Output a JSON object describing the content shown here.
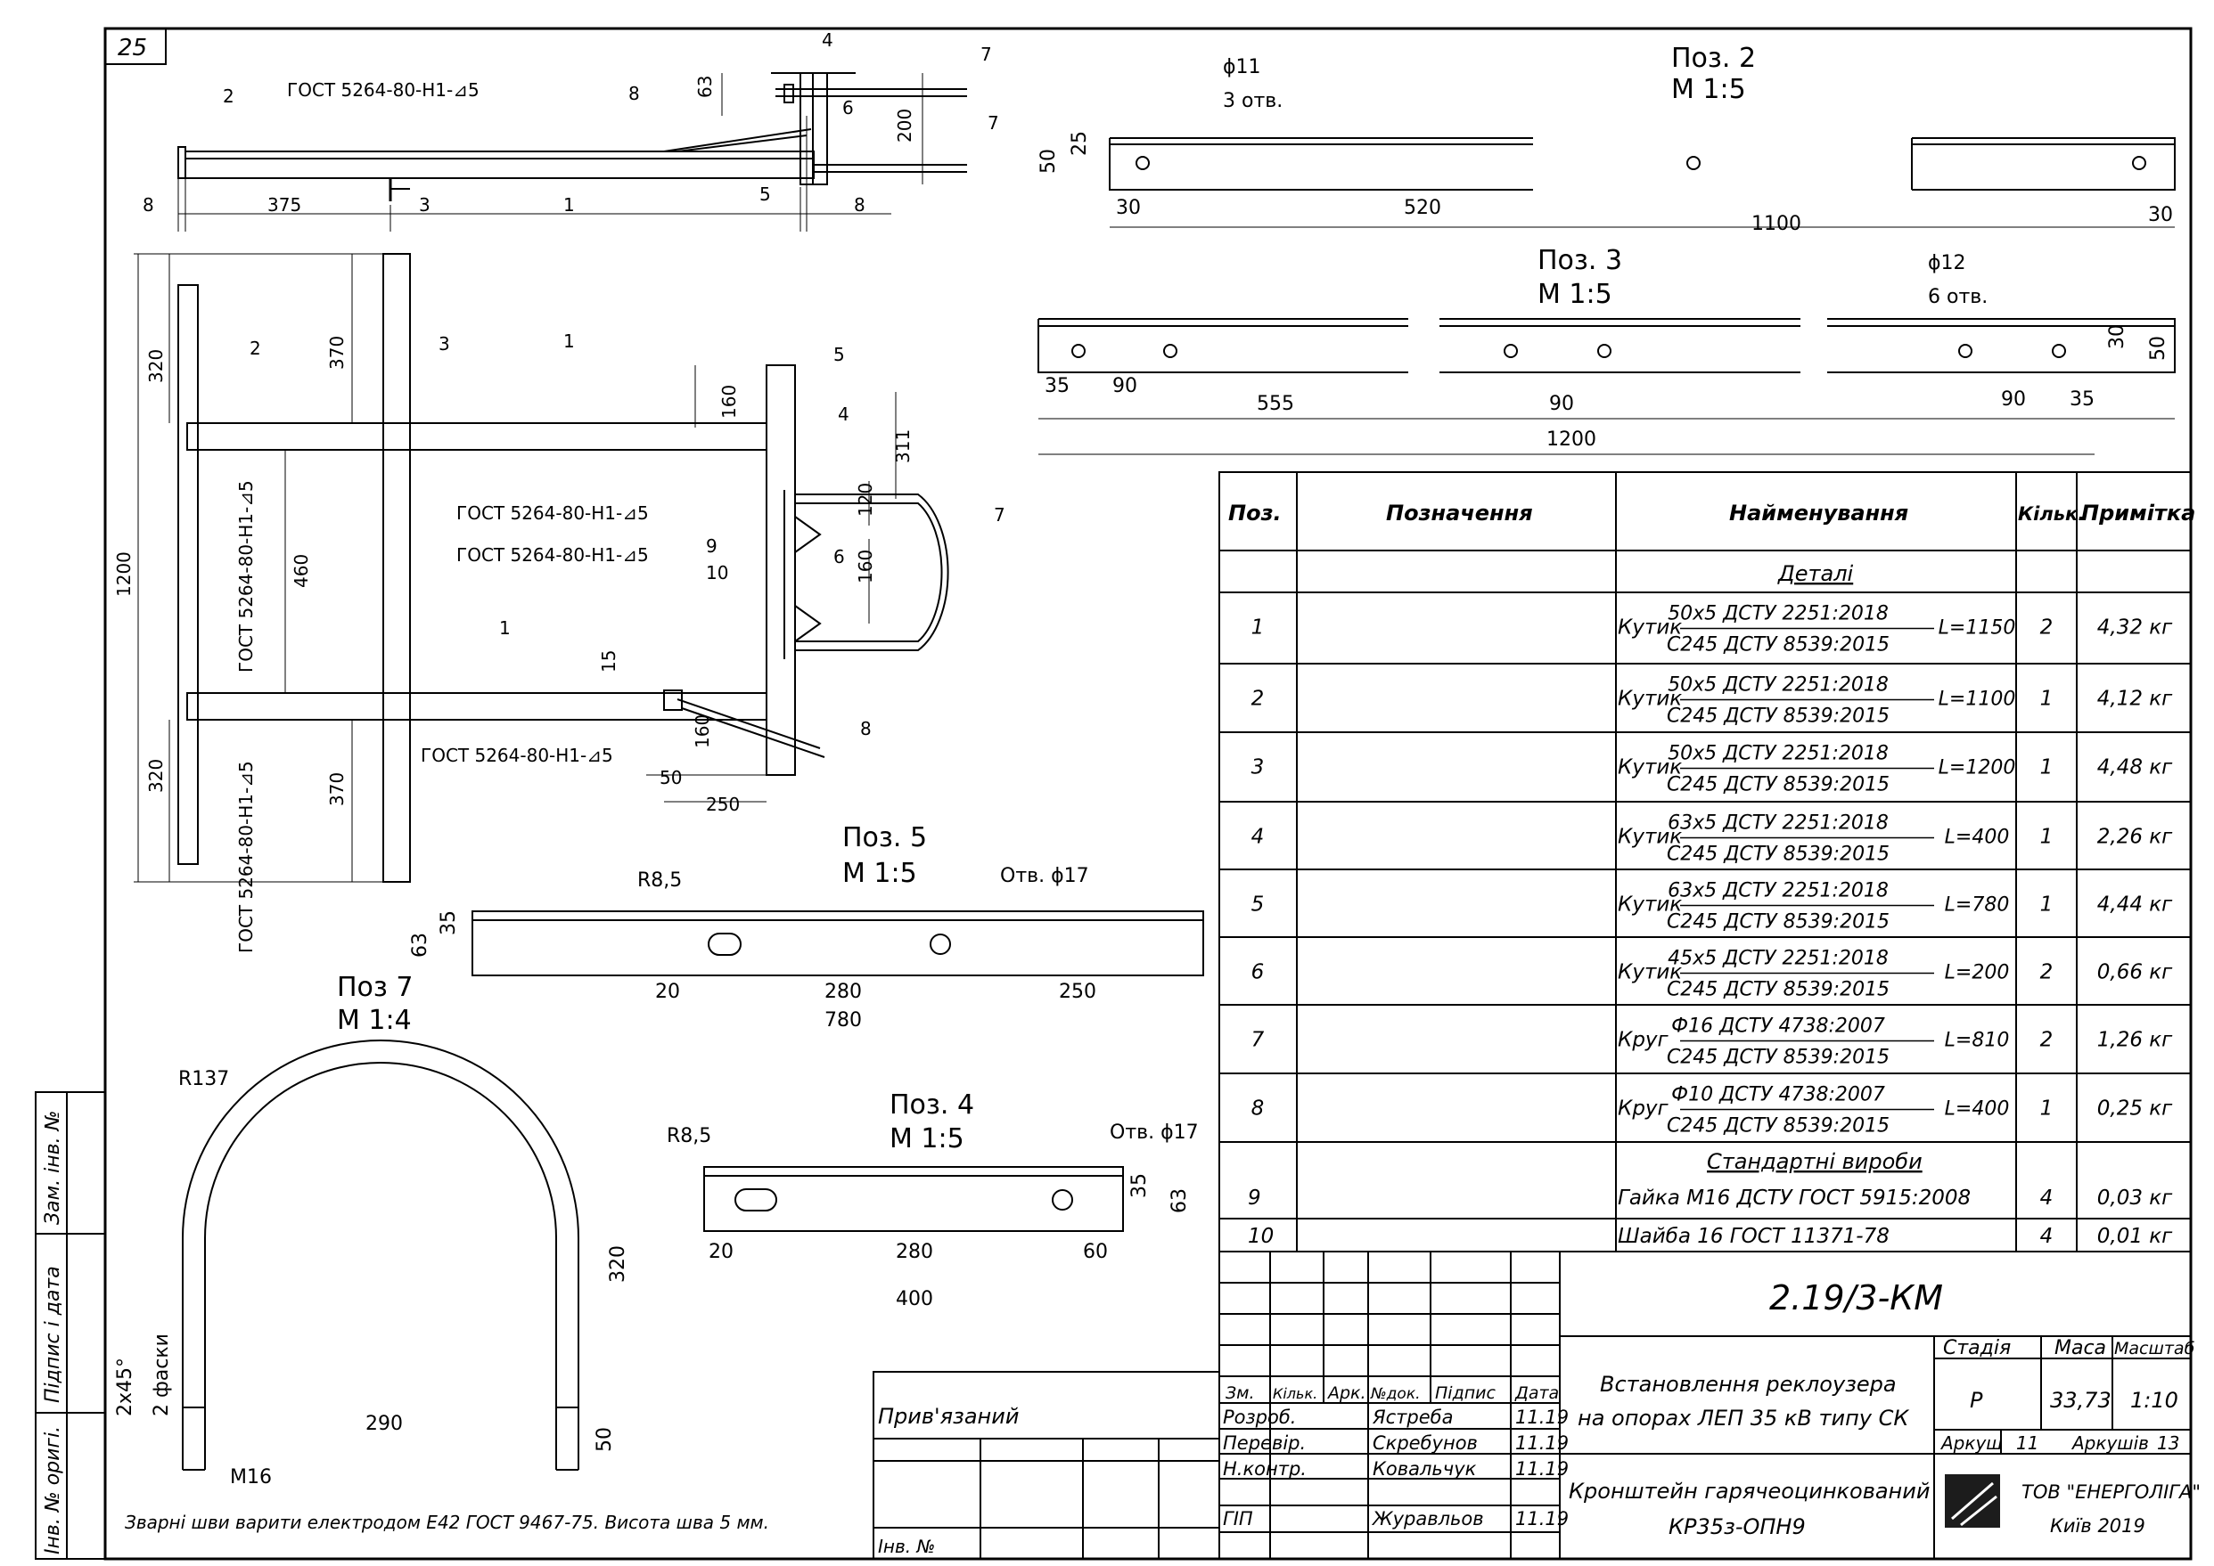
{
  "sheet": {
    "page_number": "25",
    "drawing_code": "2.19/3-КМ",
    "project_title": [
      "Встановлення реклоузера",
      "на опорах ЛЕП 35 кВ типу СК"
    ],
    "item_title": [
      "Кронштейн гарячеоцинкований",
      "КР35з-ОПН9"
    ],
    "stage_label": "Стадія",
    "stage": "Р",
    "mass_label": "Маса",
    "mass": "33,73",
    "scale_label": "Масштаб",
    "scale": "1:10",
    "sheet_label": "Аркуш",
    "sheet_no": "11",
    "sheets_label": "Аркушів",
    "sheets_total": "13",
    "company": "ТОВ \"ЕНЕРГОЛІГА\"",
    "city_year": "Київ 2019",
    "note": "Зварні шви варити електродом Е42 ГОСТ 9467-75. Висота шва 5 мм.",
    "tied": "Прив'язаний",
    "inv_no": "Інв. №",
    "side_labels": [
      "Інв. № оригі.",
      "Підпис і дата",
      "Зам. інв. №"
    ]
  },
  "stamp": {
    "headers": [
      "Зм.",
      "Кільк.",
      "Арк.",
      "№док.",
      "Підпис",
      "Дата"
    ],
    "rows": [
      {
        "role": "Розроб.",
        "name": "Ястреба",
        "date": "11.19"
      },
      {
        "role": "Перевір.",
        "name": "Скребунов",
        "date": "11.19"
      },
      {
        "role": "Н.контр.",
        "name": "Ковальчук",
        "date": "11.19"
      },
      {
        "role": "ГІП",
        "name": "Журавльов",
        "date": "11.19"
      }
    ]
  },
  "spec": {
    "headers": [
      "Поз.",
      "Позначення",
      "Найменування",
      "Кільк.",
      "Примітка"
    ],
    "section_details": "Деталі",
    "section_standard": "Стандартні вироби",
    "items": [
      {
        "pos": "1",
        "kind": "Кутик",
        "top": "50х5 ДСТУ 2251:2018",
        "bottom": "С245 ДСТУ 8539:2015",
        "len": "L=1150",
        "qty": "2",
        "note": "4,32 кг"
      },
      {
        "pos": "2",
        "kind": "Кутик",
        "top": "50х5 ДСТУ 2251:2018",
        "bottom": "С245 ДСТУ 8539:2015",
        "len": "L=1100",
        "qty": "1",
        "note": "4,12 кг"
      },
      {
        "pos": "3",
        "kind": "Кутик",
        "top": "50х5 ДСТУ 2251:2018",
        "bottom": "С245 ДСТУ 8539:2015",
        "len": "L=1200",
        "qty": "1",
        "note": "4,48 кг"
      },
      {
        "pos": "4",
        "kind": "Кутик",
        "top": "63х5 ДСТУ 2251:2018",
        "bottom": "С245 ДСТУ 8539:2015",
        "len": "L=400",
        "qty": "1",
        "note": "2,26 кг"
      },
      {
        "pos": "5",
        "kind": "Кутик",
        "top": "63х5 ДСТУ 2251:2018",
        "bottom": "С245 ДСТУ 8539:2015",
        "len": "L=780",
        "qty": "1",
        "note": "4,44 кг"
      },
      {
        "pos": "6",
        "kind": "Кутик",
        "top": "45х5 ДСТУ 2251:2018",
        "bottom": "С245 ДСТУ 8539:2015",
        "len": "L=200",
        "qty": "2",
        "note": "0,66 кг"
      },
      {
        "pos": "7",
        "kind": "Круг",
        "top": "Ф16 ДСТУ 4738:2007",
        "bottom": "С245 ДСТУ 8539:2015",
        "len": "L=810",
        "qty": "2",
        "note": "1,26 кг"
      },
      {
        "pos": "8",
        "kind": "Круг",
        "top": "Ф10 ДСТУ 4738:2007",
        "bottom": "С245 ДСТУ 8539:2015",
        "len": "L=400",
        "qty": "1",
        "note": "0,25 кг"
      }
    ],
    "std_items": [
      {
        "pos": "9",
        "name": "Гайка М16 ДСТУ ГОСТ 5915:2008",
        "qty": "4",
        "note": "0,03 кг"
      },
      {
        "pos": "10",
        "name": "Шайба 16 ГОСТ 11371-78",
        "qty": "4",
        "note": "0,01 кг"
      }
    ]
  },
  "views": {
    "side": {
      "gost": "ГОСТ 5264-80-Н1-⊿5",
      "dims": [
        "8",
        "375",
        "8",
        "63",
        "200"
      ],
      "callouts": [
        "2",
        "8",
        "4",
        "7",
        "6",
        "7",
        "3",
        "1",
        "5"
      ]
    },
    "plan": {
      "gost": "ГОСТ 5264-80-Н1-⊿5",
      "dims": [
        "320",
        "370",
        "1200",
        "460",
        "320",
        "370",
        "160",
        "311",
        "120",
        "160",
        "15",
        "160",
        "50",
        "250"
      ],
      "callouts": [
        "2",
        "3",
        "1",
        "5",
        "4",
        "7",
        "9",
        "10",
        "6",
        "1",
        "8"
      ]
    },
    "pos2": {
      "title": "Поз. 2",
      "scale": "М 1:5",
      "hole": "ϕ11",
      "holes": "3 отв.",
      "dims": [
        "50",
        "25",
        "30",
        "520",
        "1100",
        "30"
      ]
    },
    "pos3": {
      "title": "Поз. 3",
      "scale": "М 1:5",
      "hole": "ϕ12",
      "holes": "6 отв.",
      "dims": [
        "35",
        "90",
        "555",
        "90",
        "1200",
        "90",
        "35",
        "30",
        "50"
      ]
    },
    "pos5": {
      "title": "Поз. 5",
      "scale": "М 1:5",
      "radius": "R8,5",
      "hole": "Отв. ϕ17",
      "dims": [
        "63",
        "35",
        "20",
        "280",
        "250",
        "780"
      ]
    },
    "pos4": {
      "title": "Поз. 4",
      "scale": "М 1:5",
      "radius": "R8,5",
      "hole": "Отв. ϕ17",
      "dims": [
        "35",
        "63",
        "20",
        "280",
        "60",
        "400"
      ]
    },
    "pos7": {
      "title": "Поз 7",
      "scale": "М 1:4",
      "radius": "R137",
      "dims": [
        "320",
        "290",
        "50"
      ],
      "chamfer": [
        "2х45°",
        "2 фаски"
      ],
      "thread": "М16"
    }
  }
}
